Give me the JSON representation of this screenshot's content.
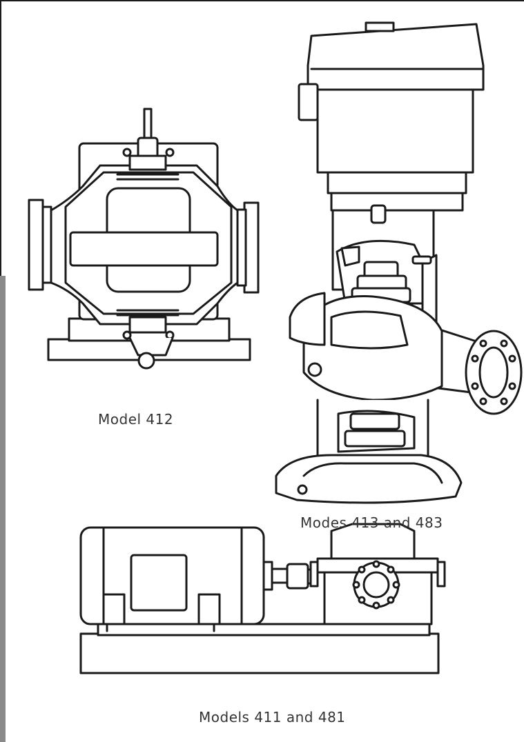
{
  "captions": {
    "model_412": "Model 412",
    "models_413_483": "Modes 413 and 483",
    "models_411_481": "Models 411 and 481"
  },
  "colors": {
    "line": "#1a1a1a",
    "fill": "#ffffff",
    "edge_bar": "#8a8a8a"
  }
}
